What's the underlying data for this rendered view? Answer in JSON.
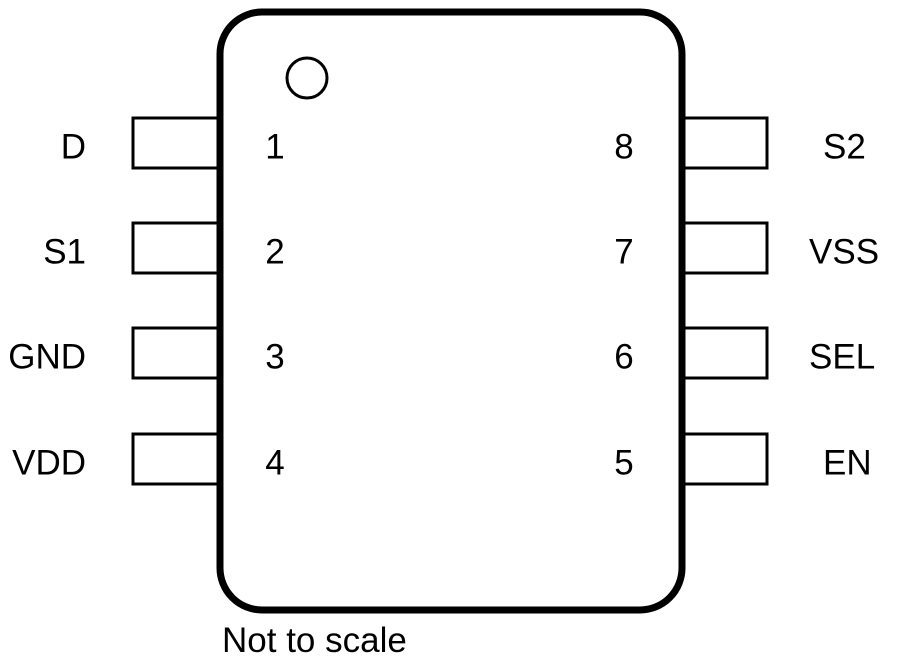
{
  "package": {
    "pin1_marker": "circle-icon",
    "caption": "Not to scale"
  },
  "pins": {
    "left": [
      {
        "number": "1",
        "name": "D"
      },
      {
        "number": "2",
        "name": "S1"
      },
      {
        "number": "3",
        "name": "GND"
      },
      {
        "number": "4",
        "name": "VDD"
      }
    ],
    "right": [
      {
        "number": "8",
        "name": "S2"
      },
      {
        "number": "7",
        "name": "VSS"
      },
      {
        "number": "6",
        "name": "SEL"
      },
      {
        "number": "5",
        "name": "EN"
      }
    ]
  }
}
